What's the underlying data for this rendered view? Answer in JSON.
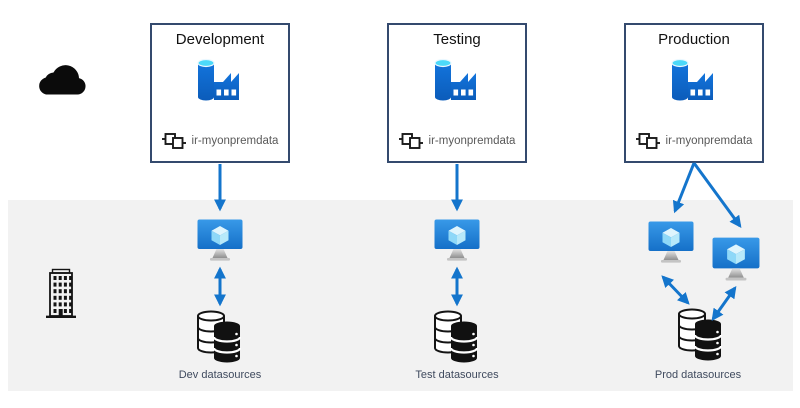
{
  "zones": {
    "cloud": {
      "icon": "cloud-icon"
    },
    "onprem": {
      "icon": "building-icon"
    }
  },
  "environments": [
    {
      "title": "Development",
      "factory_icon": "data-factory-icon",
      "runtime_icon": "integration-runtime-icon",
      "runtime_name": "ir-myonpremdata",
      "vm_icons": 1,
      "database_icon": "database-icon",
      "datasource_label": "Dev datasources"
    },
    {
      "title": "Testing",
      "factory_icon": "data-factory-icon",
      "runtime_icon": "integration-runtime-icon",
      "runtime_name": "ir-myonpremdata",
      "vm_icons": 1,
      "database_icon": "database-icon",
      "datasource_label": "Test datasources"
    },
    {
      "title": "Production",
      "factory_icon": "data-factory-icon",
      "runtime_icon": "integration-runtime-icon",
      "runtime_name": "ir-myonpremdata",
      "vm_icons": 2,
      "database_icon": "database-icon",
      "datasource_label": "Prod datasources"
    }
  ],
  "colors": {
    "box_border": "#344a6e",
    "arrow": "#1475cc",
    "zone_bg": "#f2f2f2",
    "title_text": "#111111",
    "runtime_text": "#595959",
    "label_text": "#3f4a5e",
    "factory_blue_dark": "#0b5cba",
    "factory_blue": "#1374dc",
    "factory_tank_top": "#4cd9f9",
    "vm_screen_light": "#3899e8",
    "vm_screen_dark": "#1570c8",
    "icon_ink": "#141414"
  }
}
